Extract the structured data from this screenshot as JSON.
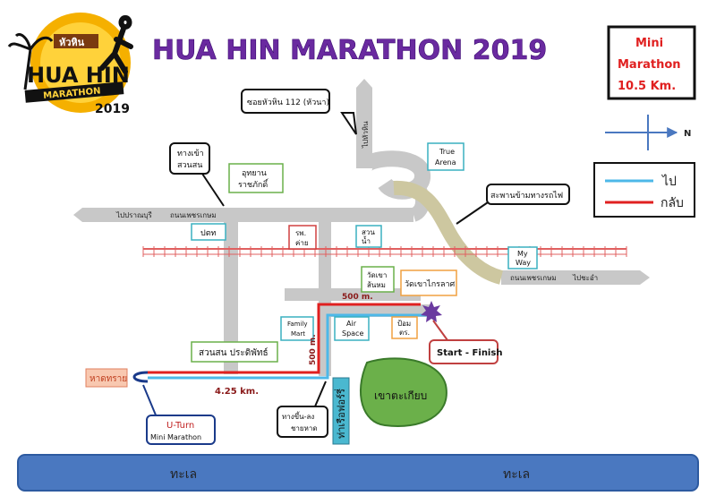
{
  "logo": {
    "top_text": "หัวหิน",
    "main_text": "HUA HIN",
    "sub_text": "MARATHON",
    "year": "2019"
  },
  "title": "HUA HIN MARATHON 2019",
  "info_box": {
    "line1": "Mini",
    "line2": "Marathon",
    "line3": "10.5 Km."
  },
  "compass": {
    "north": "N"
  },
  "legend": {
    "go": "ไป",
    "back": "กลับ"
  },
  "callouts": {
    "soi": "ซอยหัวหิน 112 (หัวนา)",
    "gate": [
      "ทางเข้า",
      "สวนสน"
    ],
    "bridge": "สะพานข้ามทางรถไฟ",
    "start_finish": "Start - Finish",
    "uturn": [
      "U-Turn",
      "Mini Marathon"
    ],
    "beach_way": [
      "ทางขึ้น-ลง",
      "ชายหาด"
    ]
  },
  "places": {
    "true_arena": [
      "True",
      "Arena"
    ],
    "park_raj": [
      "อุทยาน",
      "ราชภักดิ์"
    ],
    "ptt": "ปตท",
    "hospital": [
      "รพ.",
      "ค่าย"
    ],
    "water": [
      "สวน",
      "น้ำ"
    ],
    "my_way": [
      "My",
      "Way"
    ],
    "wat_sanam": [
      "วัดเขา",
      "ส้นหม"
    ],
    "wat_krai": "วัดเขาไกรลาศ",
    "family_mart": [
      "Family",
      "Mart"
    ],
    "air_space": [
      "Air",
      "Space"
    ],
    "police": [
      "ป้อม",
      "ตร."
    ],
    "suan_son": "สวนสน     ประดิพัทธ์",
    "pier": "ท่าเรือฟอร์รี่",
    "hill": "เขาตะเกียบ",
    "beach": "หาดทราย"
  },
  "road_labels": {
    "pran": "ไปปราณบุรี",
    "phet_w": "ถนนเพชรเกษม",
    "phet_e": "ถนนเพชรเกษม",
    "cha_am": "ไปชะอำ",
    "north_road": "ไปหัวหิน"
  },
  "distances": {
    "d500_top": "500 m.",
    "d500_side": "500 m.",
    "d425": "4.25 km."
  },
  "sea": {
    "left": "ทะเล",
    "right": "ทะเล"
  },
  "colors": {
    "go": "#4db8e8",
    "back": "#e02020",
    "road": "#c8c8c8",
    "bridge": "#cdc7a0",
    "sea": "#4a78c0",
    "rail": "#e06060",
    "title": "#6a2aa0"
  }
}
